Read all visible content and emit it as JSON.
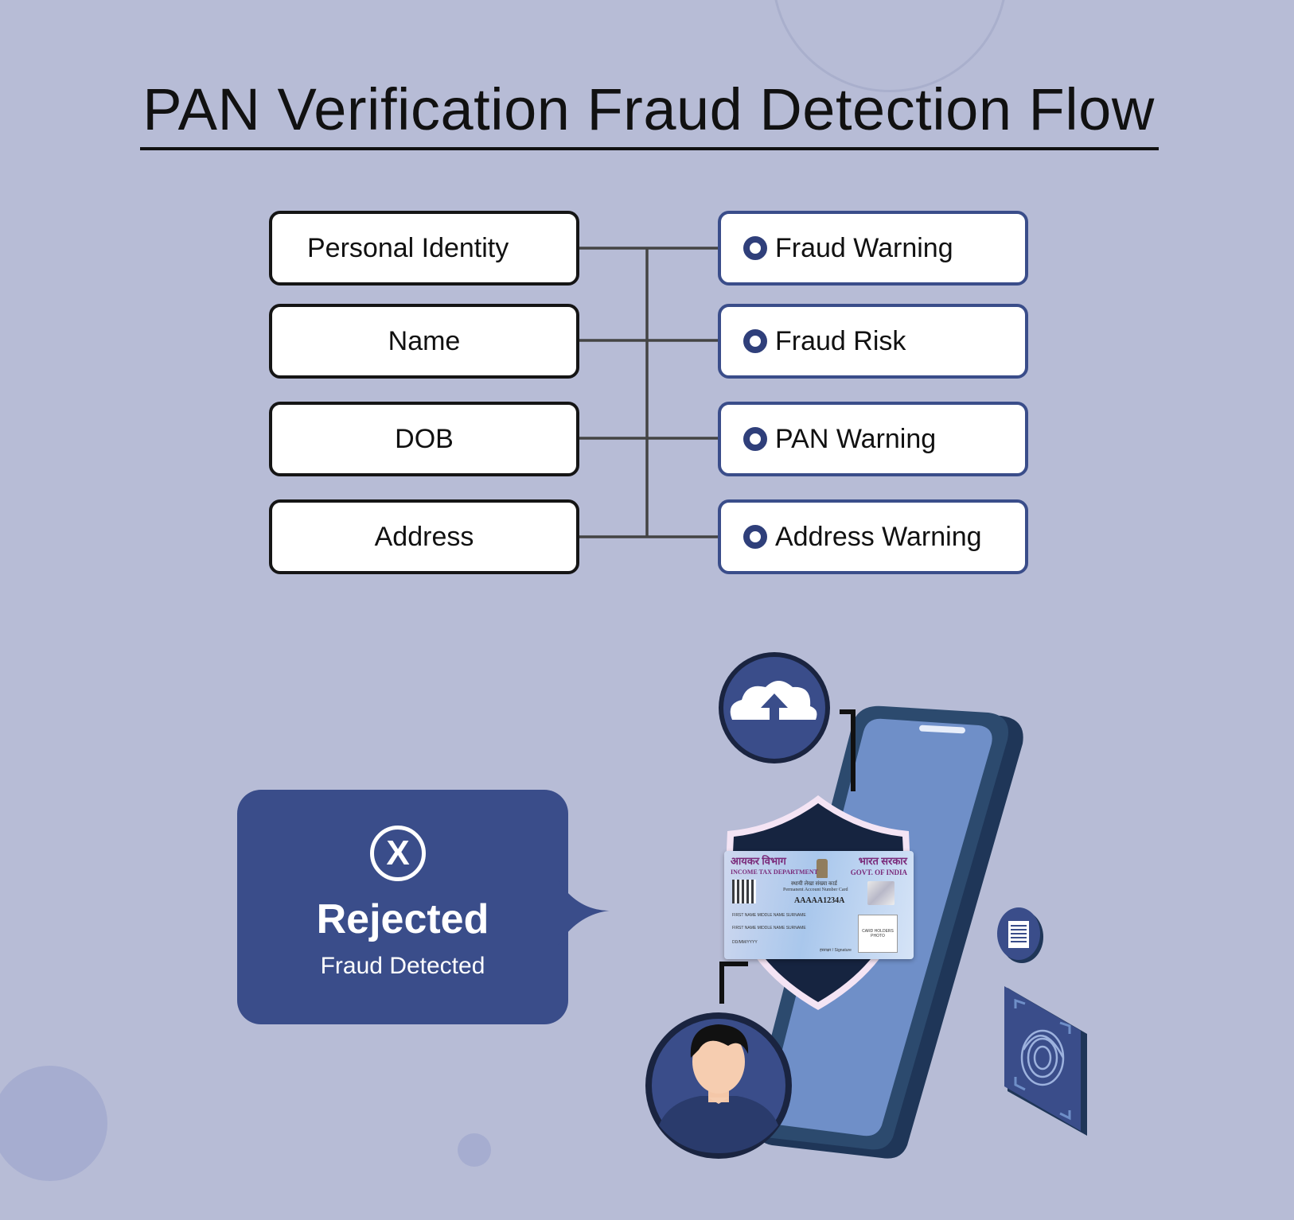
{
  "title": "PAN Verification Fraud Detection Flow",
  "inputs": [
    {
      "label": "Personal Identity"
    },
    {
      "label": "Name"
    },
    {
      "label": "DOB"
    },
    {
      "label": "Address"
    }
  ],
  "outputs": [
    {
      "label": "Fraud Warning"
    },
    {
      "label": "Fraud Risk"
    },
    {
      "label": "PAN Warning"
    },
    {
      "label": "Address Warning"
    }
  ],
  "result": {
    "icon": "x-circle-icon",
    "status": "Rejected",
    "detail": "Fraud Detected"
  },
  "pan_card": {
    "hindi_left": "आयकर विभाग",
    "hindi_right": "भारत सरकार",
    "department": "INCOME TAX DEPARTMENT",
    "govt": "GOVT. OF INDIA",
    "card_title_hindi": "स्थायी लेखा संख्या कार्ड",
    "card_title": "Permanent Account Number Card",
    "number": "AAAAA1234A",
    "name_line": "FIRST NAME  MIDDLE NAME  SURNAME",
    "father_line": "FIRST NAME  MIDDLE NAME  SURNAME",
    "dob_line": "DD/MM/YYYY",
    "signature_line": "हस्ताक्षर / Signature",
    "photo_label": "CARD HOLDERS PHOTO"
  },
  "colors": {
    "background": "#b7bcd6",
    "accent": "#3a4d8a",
    "dark_navy": "#1a2440",
    "phone_screen": "#6f8fc8"
  }
}
